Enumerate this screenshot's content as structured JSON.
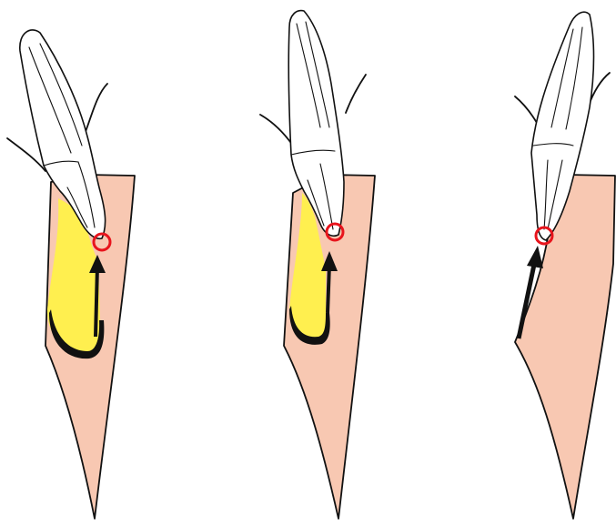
{
  "figure": {
    "panel_count": 3,
    "colors": {
      "bone": "#f8c8b2",
      "defect": "#ffef4f",
      "marker": "#e8141c",
      "outline": "#111111",
      "tooth": "#ffffff",
      "background": "#ffffff"
    },
    "panels": [
      {
        "id": "panel-left",
        "has_yellow_region": true,
        "arrow": "curved"
      },
      {
        "id": "panel-center",
        "has_yellow_region": true,
        "arrow": "curved"
      },
      {
        "id": "panel-right",
        "has_yellow_region": false,
        "arrow": "straight"
      }
    ]
  }
}
